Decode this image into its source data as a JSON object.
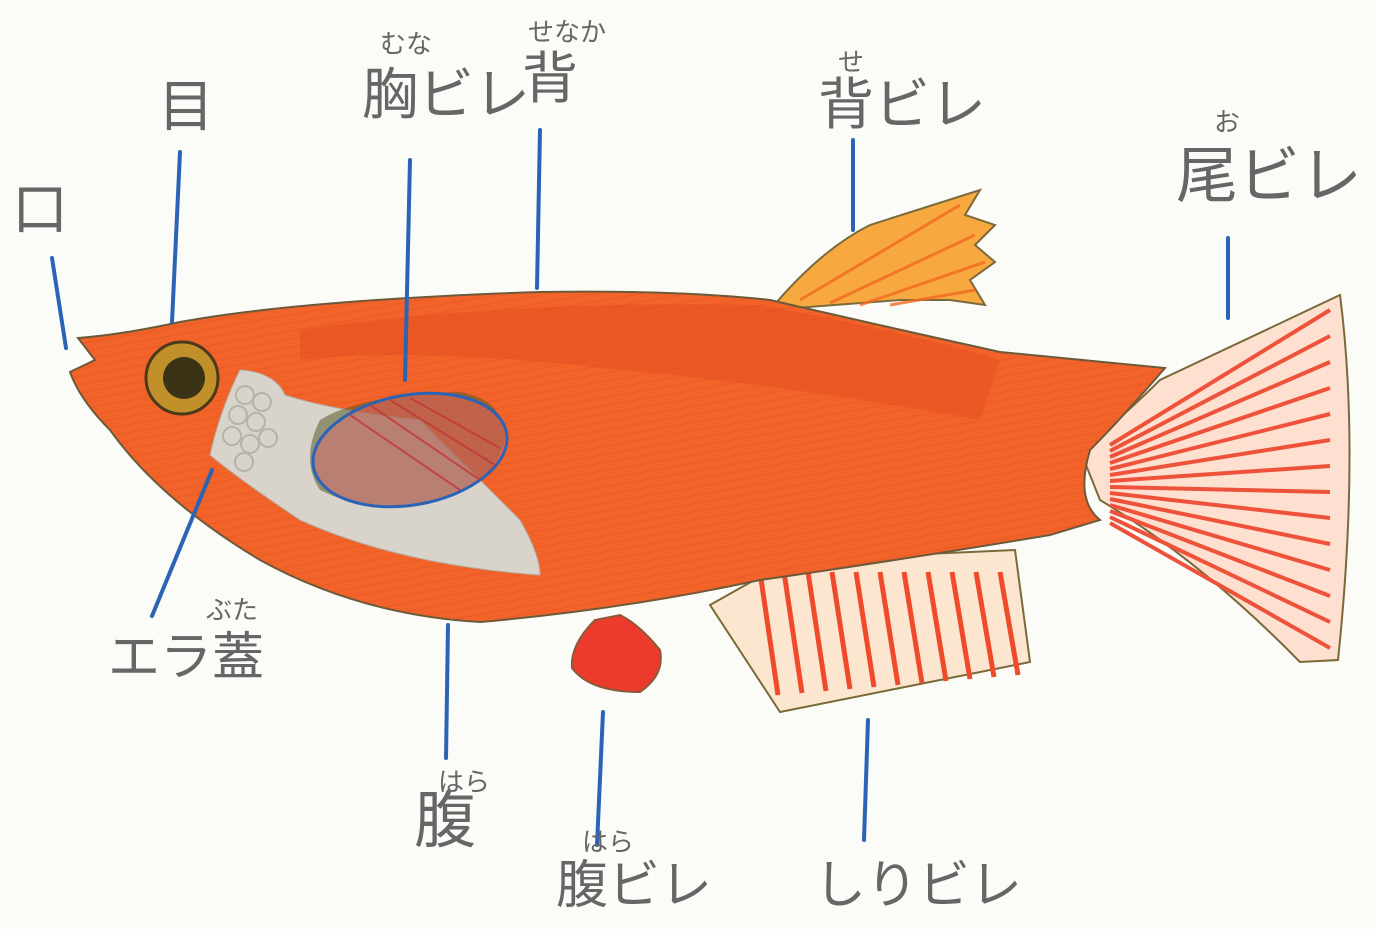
{
  "diagram": {
    "labels": {
      "mouth": "口",
      "eye": "目",
      "pectoral_fin": "胸ビレ",
      "pectoral_ruby": "むな",
      "back": "背",
      "back_ruby": "せなか",
      "dorsal_fin": "背ビレ",
      "dorsal_ruby": "せ",
      "tail_fin": "尾ビレ",
      "tail_ruby": "お",
      "gill_cover": "エラ蓋",
      "gill_ruby": "ぶた",
      "belly": "腹",
      "belly_ruby": "はら",
      "pelvic_fin": "腹ビレ",
      "pelvic_ruby": "はら",
      "anal_fin": "しりビレ"
    },
    "colors": {
      "body": "#f2632a",
      "body_dark": "#e2461d",
      "fin": "#f7a03c",
      "tail_stripe": "#f0583a",
      "leader_line": "#2b63b5",
      "gill": "#d8d4cc",
      "eye": "#3b3315"
    }
  }
}
